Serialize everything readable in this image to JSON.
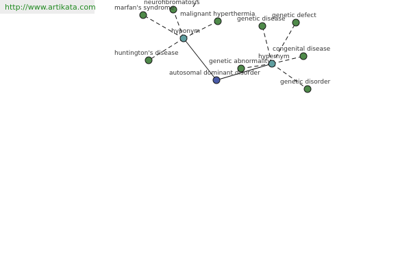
{
  "header": {
    "url": "http://www.artikata.com"
  },
  "colors": {
    "url_text": "#228b22",
    "root_node": "#4a5ba8",
    "relation_node": "#5f9ea0",
    "term_node": "#4f8a4a",
    "edge": "#111111"
  },
  "graph": {
    "nodes": [
      {
        "id": "root",
        "label": "autosomal dominant disorder",
        "kind": "root"
      },
      {
        "id": "hyponym",
        "label": "hyponym",
        "kind": "relation"
      },
      {
        "id": "hypernym",
        "label": "hypernym",
        "kind": "relation"
      },
      {
        "id": "neurofibromatosis",
        "label": "neurofibromatosis",
        "kind": "term"
      },
      {
        "id": "marfans",
        "label": "marfan's syndrome",
        "kind": "term"
      },
      {
        "id": "malignant",
        "label": "malignant hyperthermia",
        "kind": "term"
      },
      {
        "id": "huntingtons",
        "label": "huntington's disease",
        "kind": "term"
      },
      {
        "id": "genetic_disease",
        "label": "genetic disease",
        "kind": "term"
      },
      {
        "id": "genetic_defect",
        "label": "genetic defect",
        "kind": "term"
      },
      {
        "id": "genetic_abnormality",
        "label": "genetic abnormality",
        "kind": "term"
      },
      {
        "id": "congenital",
        "label": "congenital disease",
        "kind": "term"
      },
      {
        "id": "genetic_disorder",
        "label": "genetic disorder",
        "kind": "term"
      }
    ],
    "edges": [
      {
        "from": "root",
        "to": "hyponym",
        "style": "solid"
      },
      {
        "from": "root",
        "to": "hypernym",
        "style": "solid"
      },
      {
        "from": "hyponym",
        "to": "neurofibromatosis",
        "style": "dashed"
      },
      {
        "from": "hyponym",
        "to": "marfans",
        "style": "dashed"
      },
      {
        "from": "hyponym",
        "to": "malignant",
        "style": "dashed"
      },
      {
        "from": "hyponym",
        "to": "huntingtons",
        "style": "dashed"
      },
      {
        "from": "hypernym",
        "to": "genetic_disease",
        "style": "dashed"
      },
      {
        "from": "hypernym",
        "to": "genetic_defect",
        "style": "dashed"
      },
      {
        "from": "hypernym",
        "to": "genetic_abnormality",
        "style": "dashed"
      },
      {
        "from": "hypernym",
        "to": "congenital",
        "style": "dashed"
      },
      {
        "from": "hypernym",
        "to": "genetic_disorder",
        "style": "dashed"
      }
    ]
  }
}
